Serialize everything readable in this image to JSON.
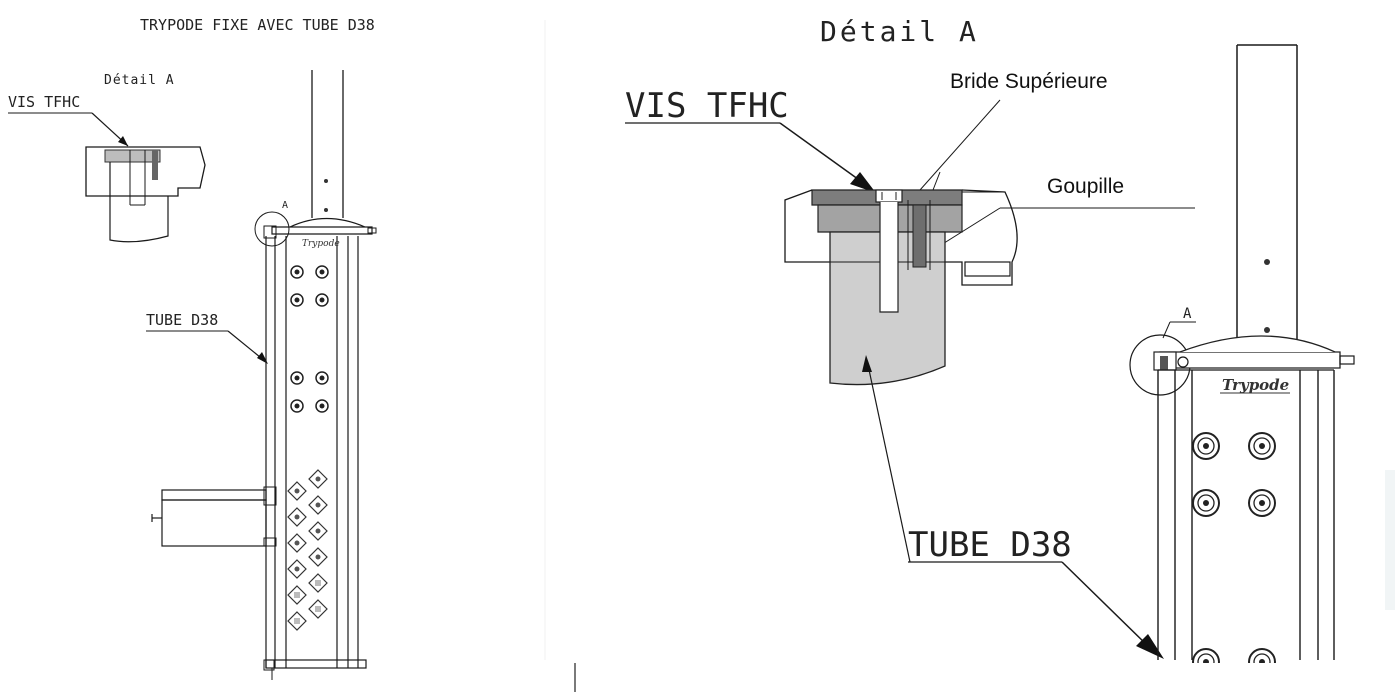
{
  "overview": {
    "title": "TRYPODE FIXE AVEC TUBE D38",
    "detail_title": "Détail A",
    "label_vis": "VIS TFHC",
    "label_tube": "TUBE D38",
    "label_a": "A",
    "logo": "Trypode"
  },
  "detail": {
    "title": "Détail A",
    "label_vis": "VIS TFHC",
    "label_bride": "Bride Supérieure",
    "label_goupille": "Goupille",
    "label_tube": "TUBE D38",
    "label_a": "A",
    "logo": "Trypode"
  },
  "colors": {
    "line": "#1a1a1a",
    "fill_dark": "#7a7a7a",
    "fill_mid": "#a8a8a8",
    "fill_light": "#d0d0d0"
  }
}
